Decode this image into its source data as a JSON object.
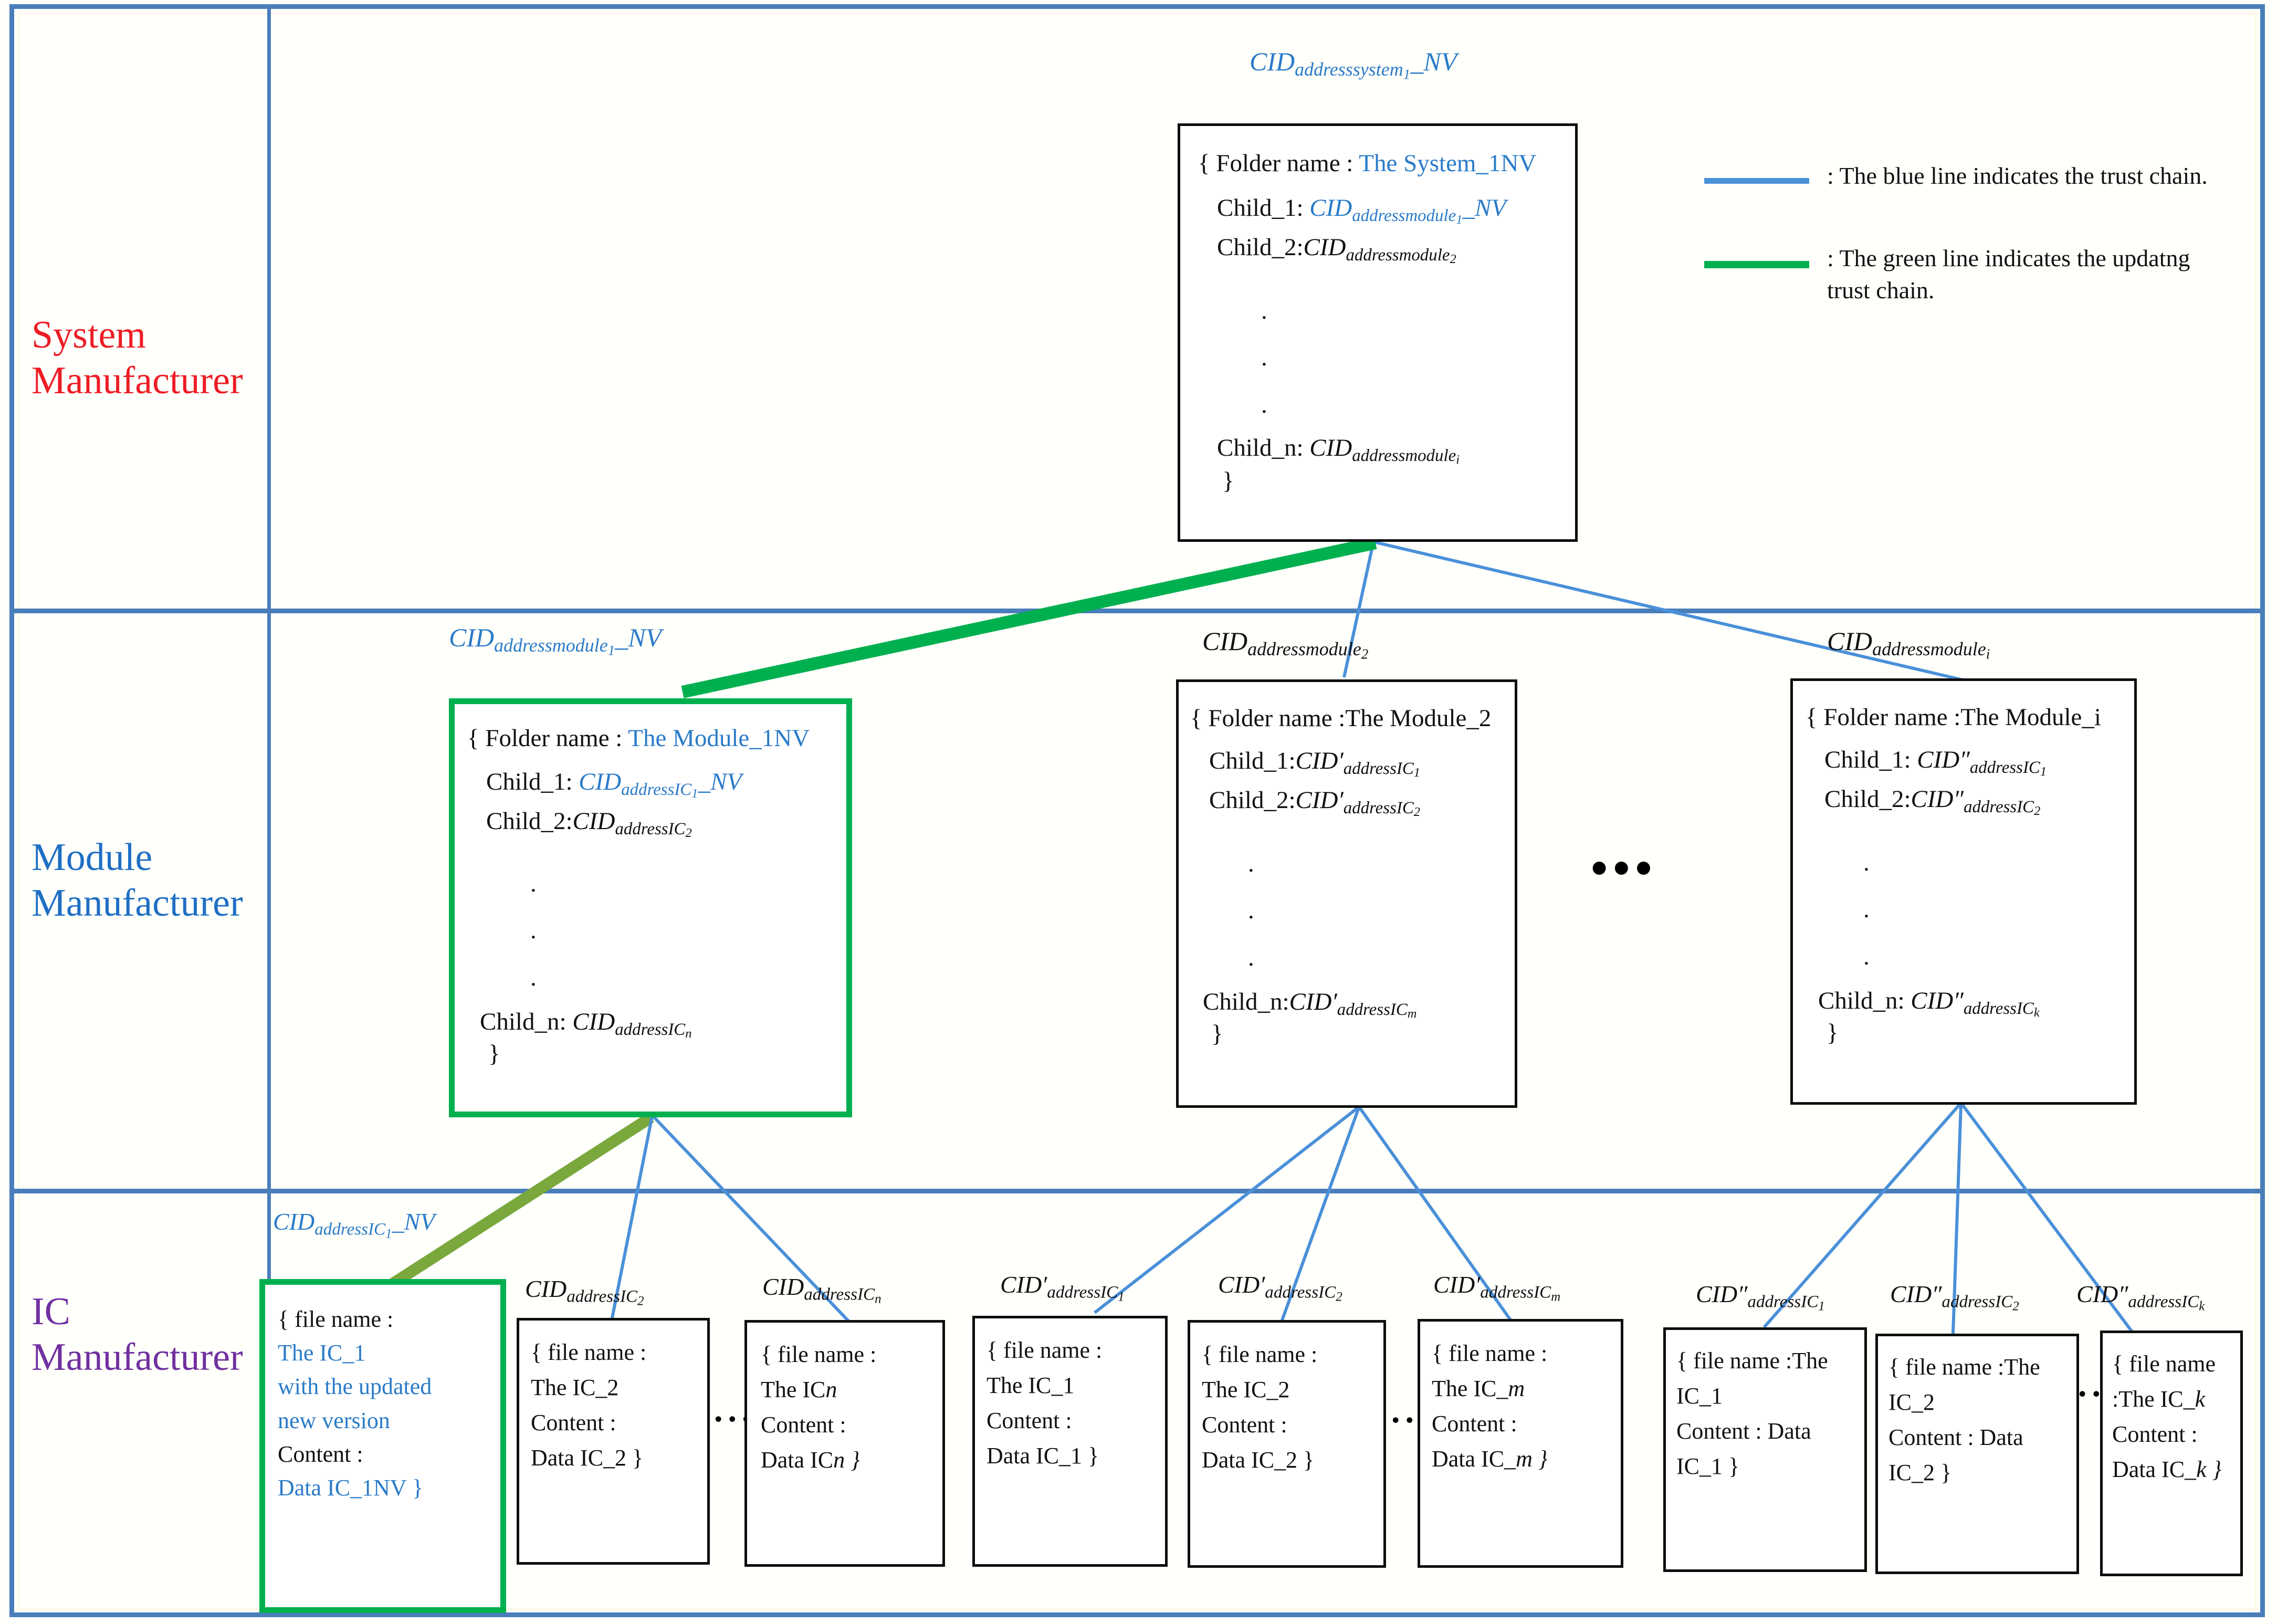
{
  "lanes": [
    {
      "id": "system",
      "label": "System\nManufacturer",
      "color": "#ee1c25"
    },
    {
      "id": "module",
      "label": "Module\nManufacturer",
      "color": "#1f6fc4"
    },
    {
      "id": "ic",
      "label": "IC\nManufacturer",
      "color": "#7030a0"
    }
  ],
  "legend": {
    "blue_color": "#4a90d9",
    "green_color": "#00b04f",
    "blue_text": ": The blue line indicates the trust chain.",
    "green_text": ": The green line indicates the updatng\n   trust chain."
  },
  "system_node": {
    "cid_label": {
      "prefix": "CID",
      "sub1": "address",
      "sub2": "system",
      "sub3": "1",
      "tail": "_NV"
    },
    "rows": [
      {
        "label": "{ Folder name : ",
        "value": "The System_1NV",
        "value_blue": true
      },
      {
        "label": "Child_1: ",
        "cid": "CID",
        "sub1": "address",
        "sub2": "module",
        "sub3": "1",
        "tail": "_NV",
        "blue": true
      },
      {
        "label": "Child_2:",
        "cid": "CID",
        "sub1": "address",
        "sub2": "module",
        "sub3": "2",
        "tail": "",
        "blue": false
      },
      {
        "label": "Child_n: ",
        "cid": "CID",
        "sub1": "address",
        "sub2": "module",
        "sub3": "i",
        "tail": "",
        "blue": false
      },
      {
        "label": "}"
      }
    ]
  },
  "module_nodes": [
    {
      "id": "module1",
      "highlight": true,
      "cid_label": {
        "prefix": "CID",
        "sub1": "address",
        "sub2": "module",
        "sub3": "1",
        "tail": "_NV",
        "blue": true
      },
      "folder_label": "{ Folder name : ",
      "folder_value": "The Module_1NV",
      "folder_value_blue": true,
      "children": [
        {
          "label": "Child_1: ",
          "cid": "CID",
          "sub1": "address",
          "sub2": "IC",
          "sub3": "1",
          "tail": "_NV",
          "blue": true
        },
        {
          "label": "Child_2:",
          "cid": "CID",
          "sub1": "address",
          "sub2": "IC",
          "sub3": "2",
          "tail": "",
          "blue": false
        },
        {
          "label": "Child_n: ",
          "cid": "CID",
          "sub1": "address",
          "sub2": "IC",
          "sub3": "n",
          "tail": "",
          "blue": false
        }
      ]
    },
    {
      "id": "module2",
      "highlight": false,
      "cid_label": {
        "prefix": "CID",
        "sub1": "address",
        "sub2": "module",
        "sub3": "2",
        "tail": "",
        "blue": false
      },
      "folder_label": "{ Folder name :",
      "folder_value": "The Module_2",
      "folder_value_blue": false,
      "children": [
        {
          "label": "Child_1:",
          "cid": "CID′",
          "sub1": "address",
          "sub2": "IC",
          "sub3": "1",
          "tail": "",
          "blue": false
        },
        {
          "label": "Child_2:",
          "cid": "CID′",
          "sub1": "address",
          "sub2": "IC",
          "sub3": "2",
          "tail": "",
          "blue": false
        },
        {
          "label": "Child_n:",
          "cid": "CID′",
          "sub1": "address",
          "sub2": "IC",
          "sub3": "m",
          "tail": "",
          "blue": false
        }
      ]
    },
    {
      "id": "modulei",
      "highlight": false,
      "cid_label": {
        "prefix": "CID",
        "sub1": "address",
        "sub2": "module",
        "sub3": "i",
        "tail": "",
        "blue": false
      },
      "folder_label": "{ Folder name :",
      "folder_value": "The Module_i",
      "folder_value_blue": false,
      "children": [
        {
          "label": "Child_1: ",
          "cid": "CID″",
          "sub1": "address",
          "sub2": "IC",
          "sub3": "1",
          "tail": "",
          "blue": false
        },
        {
          "label": "Child_2:",
          "cid": "CID″",
          "sub1": "address",
          "sub2": "IC",
          "sub3": "2",
          "tail": "",
          "blue": false
        },
        {
          "label": "Child_n: ",
          "cid": "CID″",
          "sub1": "address",
          "sub2": "IC",
          "sub3": "k",
          "tail": "",
          "blue": false
        }
      ]
    }
  ],
  "module_ellipsis": "•••",
  "ic_nodes": [
    {
      "id": "ic1nv",
      "highlight": true,
      "cid_label": {
        "prefix": "CID",
        "sub1": "address",
        "sub2": "IC",
        "sub3": "1",
        "tail": "_NV",
        "blue": true
      },
      "lines": [
        {
          "t": "{ file name :",
          "blue": false
        },
        {
          "t": "The IC_1",
          "blue": true
        },
        {
          "t": "with the updated",
          "blue": true
        },
        {
          "t": " new version",
          "blue": true
        },
        {
          "t": "Content :",
          "blue": false
        },
        {
          "t": "  Data IC_1NV }",
          "blue": true
        }
      ]
    },
    {
      "id": "ic2",
      "highlight": false,
      "cid_label": {
        "prefix": "CID",
        "sub1": "address",
        "sub2": "IC",
        "sub3": "2",
        "tail": "",
        "blue": false
      },
      "lines": [
        {
          "t": "{ file name :",
          "blue": false
        },
        {
          "t": "  The IC_2",
          "blue": false
        },
        {
          "t": "Content :",
          "blue": false
        },
        {
          "t": "   Data IC_2 }",
          "blue": false
        }
      ]
    },
    {
      "id": "icn",
      "highlight": false,
      "cid_label": {
        "prefix": "CID",
        "sub1": "address",
        "sub2": "IC",
        "sub3": "n",
        "tail": "",
        "blue": false
      },
      "lines": [
        {
          "t": "{ file name :",
          "blue": false
        },
        {
          "t": "  The IC",
          "blue": false,
          "ital_tail": "n"
        },
        {
          "t": "Content :",
          "blue": false
        },
        {
          "t": "  Data IC",
          "blue": false,
          "ital_tail": "n  }"
        }
      ]
    },
    {
      "id": "icp1",
      "highlight": false,
      "cid_label": {
        "prefix": "CID′",
        "sub1": "address",
        "sub2": "IC",
        "sub3": "1",
        "tail": "",
        "blue": false
      },
      "lines": [
        {
          "t": "{ file name :",
          "blue": false
        },
        {
          "t": "  The IC_1",
          "blue": false
        },
        {
          "t": "Content :",
          "blue": false
        },
        {
          "t": "   Data IC_1 }",
          "blue": false
        }
      ]
    },
    {
      "id": "icp2",
      "highlight": false,
      "cid_label": {
        "prefix": "CID′",
        "sub1": "address",
        "sub2": "IC",
        "sub3": "2",
        "tail": "",
        "blue": false
      },
      "lines": [
        {
          "t": "{ file name :",
          "blue": false
        },
        {
          "t": "  The IC_2",
          "blue": false
        },
        {
          "t": "Content :",
          "blue": false
        },
        {
          "t": "   Data IC_2 }",
          "blue": false
        }
      ]
    },
    {
      "id": "icpm",
      "highlight": false,
      "cid_label": {
        "prefix": "CID′",
        "sub1": "address",
        "sub2": "IC",
        "sub3": "m",
        "tail": "",
        "blue": false
      },
      "lines": [
        {
          "t": "{ file name :",
          "blue": false
        },
        {
          "t": "  The IC_",
          "blue": false,
          "ital_tail": "m"
        },
        {
          "t": "Content :",
          "blue": false
        },
        {
          "t": "   Data IC_",
          "blue": false,
          "ital_tail": "m }"
        }
      ]
    },
    {
      "id": "icpp1",
      "highlight": false,
      "cid_label": {
        "prefix": "CID″",
        "sub1": "address",
        "sub2": "IC",
        "sub3": "1",
        "tail": "",
        "blue": false
      },
      "lines": [
        {
          "t": "{ file name :The",
          "blue": false
        },
        {
          "t": "IC_1",
          "blue": false
        },
        {
          "t": "Content : Data",
          "blue": false
        },
        {
          "t": "IC_1 }",
          "blue": false
        }
      ]
    },
    {
      "id": "icpp2",
      "highlight": false,
      "cid_label": {
        "prefix": "CID″",
        "sub1": "address",
        "sub2": "IC",
        "sub3": "2",
        "tail": "",
        "blue": false
      },
      "lines": [
        {
          "t": "{ file name :The",
          "blue": false
        },
        {
          "t": "IC_2",
          "blue": false
        },
        {
          "t": " Content : Data",
          "blue": false
        },
        {
          "t": "IC_2 }",
          "blue": false
        }
      ]
    },
    {
      "id": "icppk",
      "highlight": false,
      "cid_label": {
        "prefix": "CID″",
        "sub1": "address",
        "sub2": "IC",
        "sub3": "k",
        "tail": "",
        "blue": false
      },
      "lines": [
        {
          "t": "{ file name",
          "blue": false
        },
        {
          "t": ":The IC_",
          "blue": false,
          "ital_tail": "k"
        },
        {
          "t": " Content :",
          "blue": false
        },
        {
          "t": "Data IC_",
          "blue": false,
          "ital_tail": "k }"
        }
      ]
    }
  ],
  "ic_ellipsis": [
    "...",
    "...",
    "..."
  ],
  "colors": {
    "trust_blue": "#4a90d9",
    "update_green": "#00b04f",
    "lane_border": "#4a7ebb",
    "box_black": "#0d0d0d",
    "text_blue": "#2a7bc8"
  }
}
